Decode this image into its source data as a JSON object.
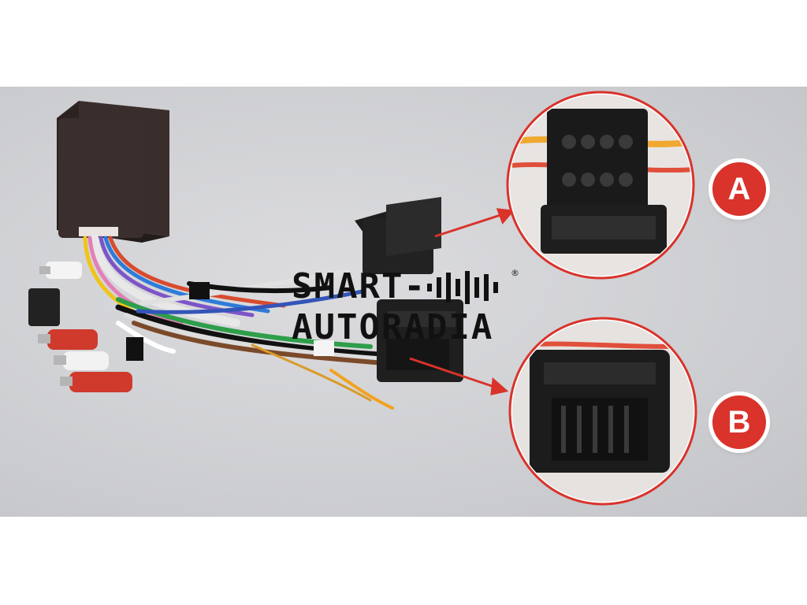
{
  "watermark": {
    "line1": "SMART-",
    "line2": "AUTORADIA",
    "registered_mark": "®"
  },
  "callouts": [
    {
      "label": "A",
      "icon": "connector-a-closeup"
    },
    {
      "label": "B",
      "icon": "connector-b-closeup"
    }
  ],
  "colors": {
    "callout_circle": "#d9332b",
    "arrow": "#d9332b",
    "background": "#cfd0d3"
  }
}
